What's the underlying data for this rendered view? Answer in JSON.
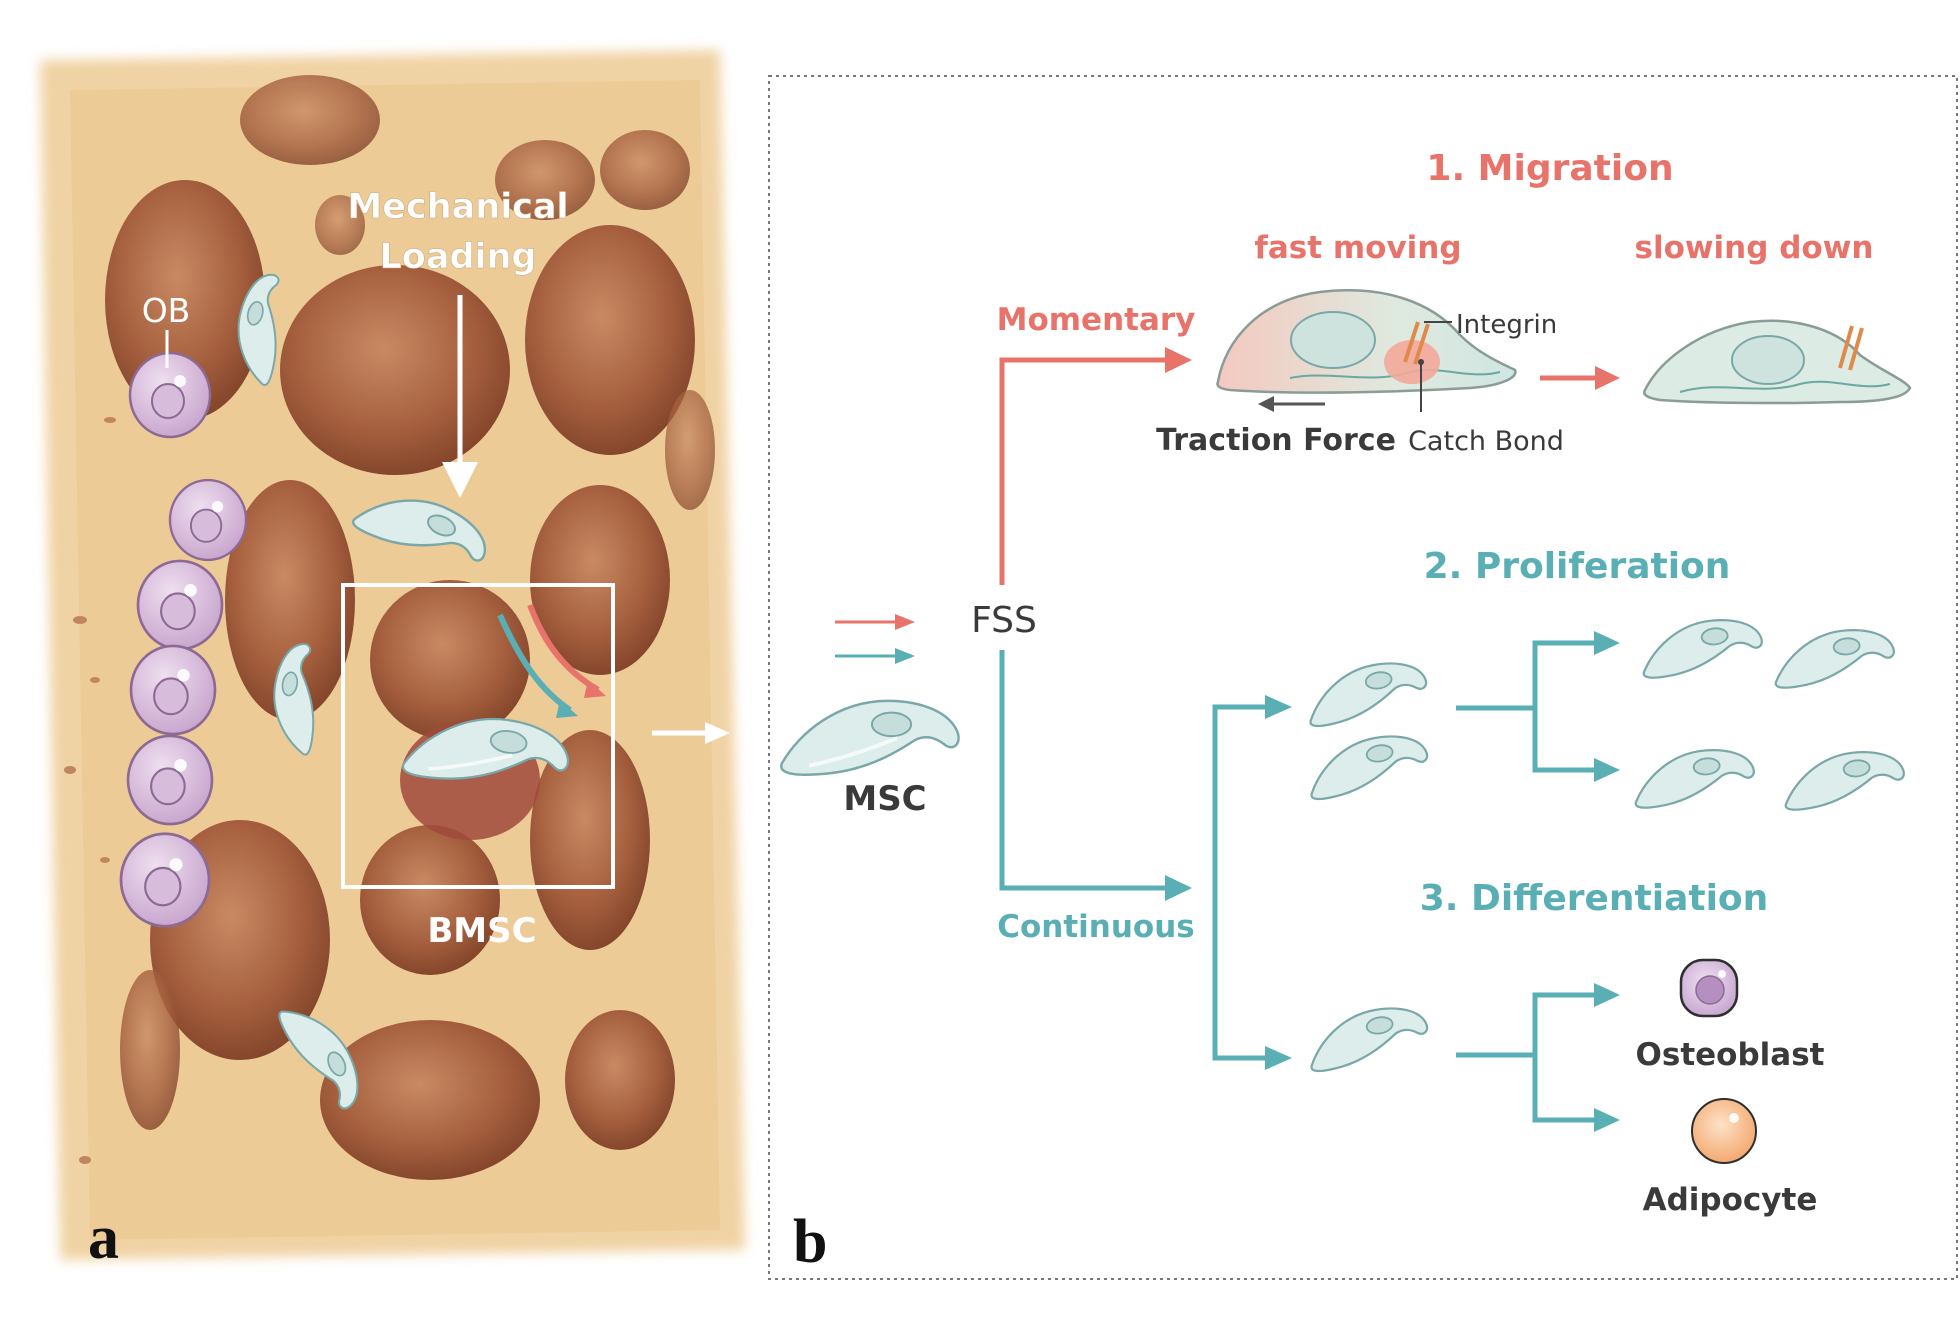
{
  "panel_a": {
    "letter": "a",
    "mechanical_loading_line1": "Mechanical",
    "mechanical_loading_line2": "Loading",
    "ob_label": "OB",
    "bmsc_label": "BMSC"
  },
  "panel_b": {
    "letter": "b",
    "msc_label": "MSC",
    "fss_label": "FSS",
    "momentary_label": "Momentary",
    "continuous_label": "Continuous",
    "migration": {
      "title": "1. Migration",
      "fast_moving": "fast moving",
      "slowing_down": "slowing down",
      "integrin": "Integrin",
      "catch_bond": "Catch Bond",
      "traction_force": "Traction Force"
    },
    "proliferation": {
      "title": "2. Proliferation"
    },
    "differentiation": {
      "title": "3. Differentiation",
      "osteoblast": "Osteoblast",
      "adipocyte": "Adipocyte"
    }
  },
  "colors": {
    "coral": "#e8736a",
    "teal": "#5aafb5",
    "cell_fill": "#dcedeb",
    "cell_stroke": "#6a9c9c",
    "bone": "#f3dcb2",
    "cavity": "#a8613f",
    "osteoblast": "#d8bfdc",
    "adipocyte": "#f6b98a",
    "text_dark": "#3a3a3a"
  }
}
